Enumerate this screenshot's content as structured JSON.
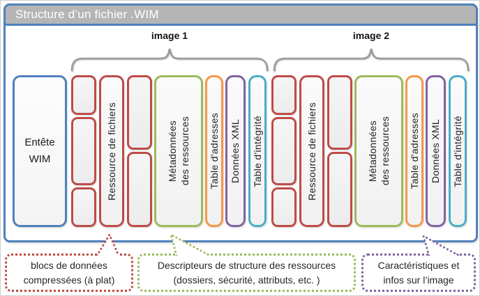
{
  "title": "Structure d’un fichier .WIM",
  "colors": {
    "frame_blue": "#4F81BD",
    "red": "#BE4B48",
    "green": "#9BBB59",
    "orange": "#F79646",
    "purple": "#8064A2",
    "cyan": "#4BACC6",
    "titlebar_gray": "#B5B5B5",
    "brace_gray": "#9C9C9C",
    "block_fill": "#F0F0F0"
  },
  "header_box": {
    "line1": "Entête",
    "line2": "WIM"
  },
  "images": [
    {
      "label": "image 1",
      "file_resource": "Ressource de fichiers",
      "metadata_line1": "Métadonnées",
      "metadata_line2": "des ressources",
      "address_table": "Table d'adresses",
      "xml_data": "Données XML",
      "integrity_table": "Table d'intégrité"
    },
    {
      "label": "image 2",
      "file_resource": "Ressource de fichiers",
      "metadata_line1": "Métadonnées",
      "metadata_line2": "des ressources",
      "address_table": "Table d'adresses",
      "xml_data": "Données XML",
      "integrity_table": "Table d'intégrité"
    }
  ],
  "callouts": [
    {
      "color": "#BE4B48",
      "line1": "blocs de données",
      "line2": "compressées (à plat)"
    },
    {
      "color": "#9BBB59",
      "line1": "Descripteurs de structure des ressources",
      "line2": "(dossiers, sécurité, attributs, etc. )"
    },
    {
      "color": "#8064A2",
      "line1": "Caractéristiques et",
      "line2": "infos sur l’image"
    }
  ]
}
